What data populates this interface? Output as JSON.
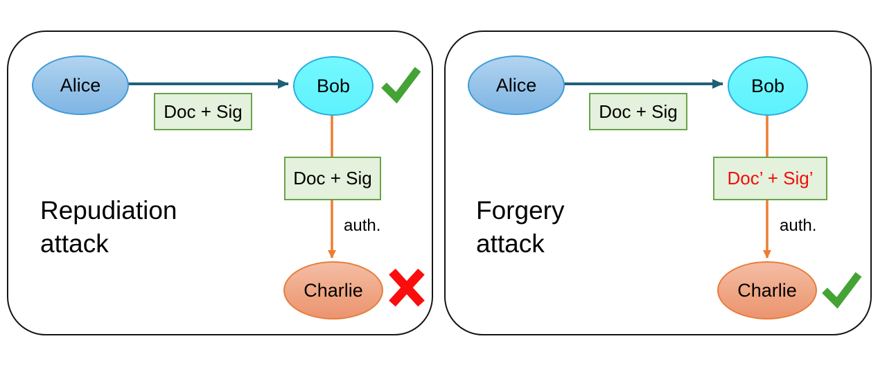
{
  "colors": {
    "sender_fill_top": "#b3d4f0",
    "sender_fill_bottom": "#7fb5e4",
    "sender_border": "#3d9bd8",
    "receiver_fill": "#5ef2fd",
    "receiver_border": "#27aee0",
    "verifier_fill_top": "#f4bda6",
    "verifier_fill_bottom": "#ec9471",
    "verifier_border": "#e87d3c",
    "message_box_fill": "#e4f1dc",
    "message_box_border": "#67a447",
    "send_arrow": "#1f6078",
    "auth_arrow": "#ed7d31",
    "forged_text": "#f20d0d",
    "check_mark": "#45a335",
    "cross_mark": "#fb0d0d",
    "panel_border": "#141414"
  },
  "panels": [
    {
      "title": "Repudiation attack",
      "title_lines": [
        "Repudiation",
        "attack"
      ],
      "nodes": {
        "sender": "Alice",
        "receiver": "Bob",
        "verifier": "Charlie"
      },
      "messages": {
        "sent": "Doc + Sig",
        "forwarded": "Doc + Sig"
      },
      "auth_label": "auth.",
      "receiver_mark": "check",
      "verifier_mark": "cross"
    },
    {
      "title": "Forgery attack",
      "title_lines": [
        "Forgery",
        "attack"
      ],
      "nodes": {
        "sender": "Alice",
        "receiver": "Bob",
        "verifier": "Charlie"
      },
      "messages": {
        "sent": "Doc + Sig",
        "forwarded": "Doc’ + Sig’"
      },
      "auth_label": "auth.",
      "receiver_mark": "none",
      "verifier_mark": "check"
    }
  ]
}
